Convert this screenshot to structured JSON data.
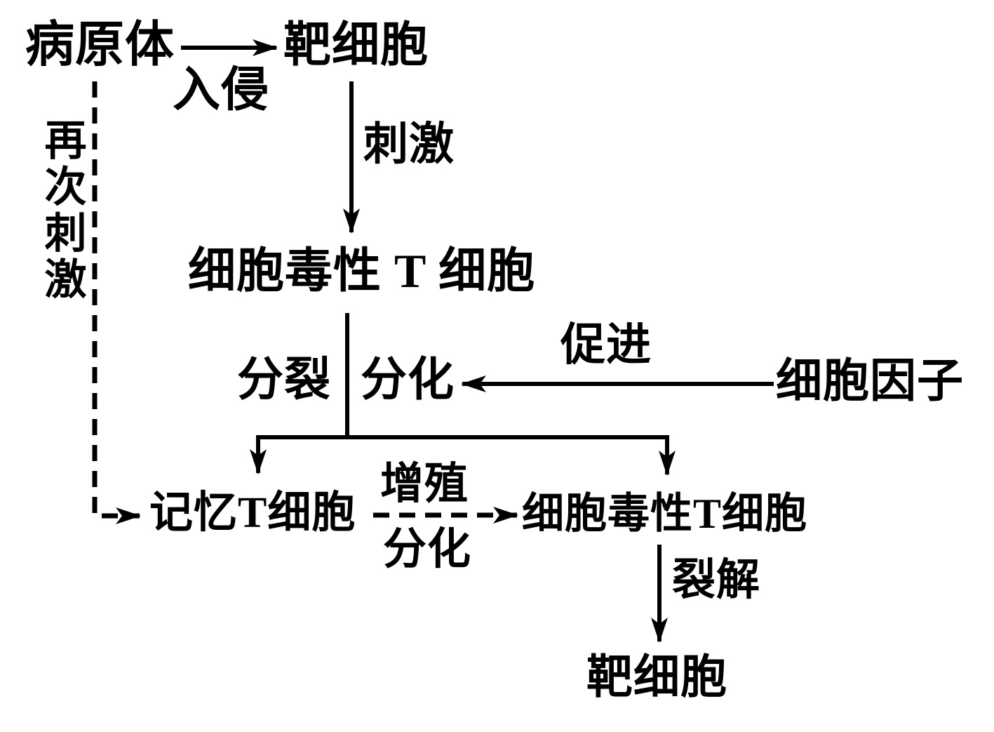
{
  "diagram": {
    "background_color": "#ffffff",
    "ink_color": "#000000",
    "nodes": {
      "pathogen": "病原体",
      "target_cell_top": "靶细胞",
      "cytotoxic_t_primary": "细胞毒性 T 细胞",
      "cytokine": "细胞因子",
      "memory_t": "记忆T细胞",
      "cytotoxic_t_effector": "细胞毒性T细胞",
      "target_cell_bottom": "靶细胞"
    },
    "labels": {
      "invade": "入侵",
      "stimulate": "刺激",
      "re_stimulate": "再次刺激",
      "division": "分裂",
      "differentiation": "分化",
      "promote": "促进",
      "proliferate": "增殖",
      "differentiate": "分化",
      "lyse": "裂解"
    },
    "edges": [
      {
        "from": "病原体",
        "to": "靶细胞",
        "label": "入侵",
        "style": "solid"
      },
      {
        "from": "靶细胞",
        "to": "细胞毒性 T 细胞",
        "label": "刺激",
        "style": "solid"
      },
      {
        "from": "细胞毒性 T 细胞",
        "to": "记忆T细胞",
        "label": "分裂 分化",
        "style": "solid"
      },
      {
        "from": "细胞毒性 T 细胞",
        "to": "细胞毒性T细胞",
        "label": "分裂 分化",
        "style": "solid"
      },
      {
        "from": "细胞因子",
        "to": "分化",
        "label": "促进",
        "style": "solid"
      },
      {
        "from": "病原体",
        "to": "记忆T细胞",
        "label": "再次刺激",
        "style": "dashed"
      },
      {
        "from": "记忆T细胞",
        "to": "细胞毒性T细胞",
        "label": "增殖 分化",
        "style": "dashed"
      },
      {
        "from": "细胞毒性T细胞",
        "to": "靶细胞",
        "label": "裂解",
        "style": "solid"
      }
    ]
  }
}
